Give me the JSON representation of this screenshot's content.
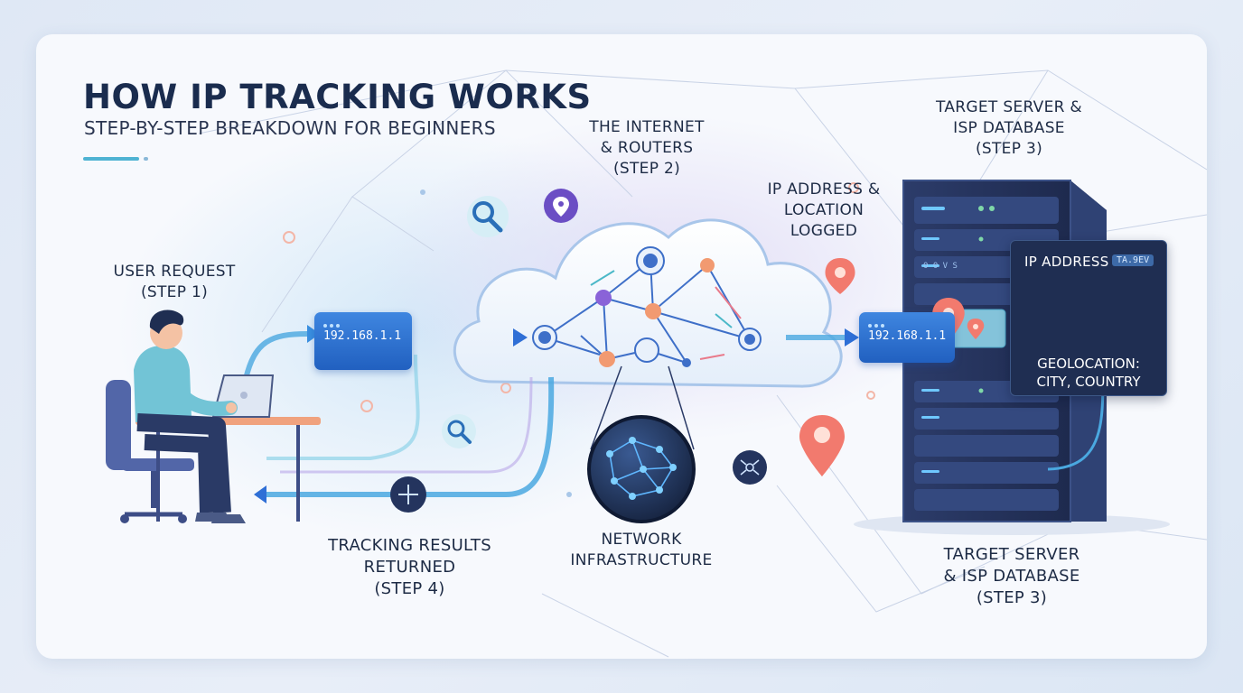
{
  "header": {
    "title": "HOW IP TRACKING WORKS",
    "subtitle": "STEP-BY-STEP BREAKDOWN FOR BEGINNERS"
  },
  "steps": {
    "user_request": {
      "line1": "USER REQUEST",
      "line2": "(STEP 1)"
    },
    "internet": {
      "line1": "THE INTERNET",
      "line2": "& ROUTERS",
      "line3": "(STEP 2)"
    },
    "logged": {
      "line1": "IP ADDRESS &",
      "line2": "LOCATION",
      "line3": "LOGGED"
    },
    "server_top": {
      "line1": "TARGET SERVER &",
      "line2": "ISP DATABASE",
      "line3": "(STEP 3)"
    },
    "server_bottom": {
      "line1": "TARGET SERVER",
      "line2": "& ISP DATABASE",
      "line3": "(STEP 3)"
    },
    "results": {
      "line1": "TRACKING RESULTS",
      "line2": "RETURNED",
      "line3": "(STEP 4)"
    },
    "network": {
      "line1": "NETWORK",
      "line2": "INFRASTRUCTURE"
    }
  },
  "ip_boxes": {
    "user_ip": "192.168.1.1",
    "server_ip": "192.168.1.1"
  },
  "server_labels": [
    "0 0 V S"
  ],
  "info_panel": {
    "label": "IP ADDRESS",
    "code": "TA.9EV",
    "geo_line1": "GEOLOCATION:",
    "geo_line2": "CITY, COUNTRY"
  },
  "icons": [
    "magnifier-icon",
    "location-pin-icon",
    "person-at-laptop-icon",
    "server-rack-icon",
    "world-map-icon",
    "network-globe-icon",
    "router-hub-icon"
  ],
  "colors": {
    "accent_blue": "#2f6fd6",
    "teal": "#4fb3d3",
    "pin_coral": "#f0726a",
    "purple": "#7a5cd6",
    "server_dark": "#2a3a66"
  }
}
